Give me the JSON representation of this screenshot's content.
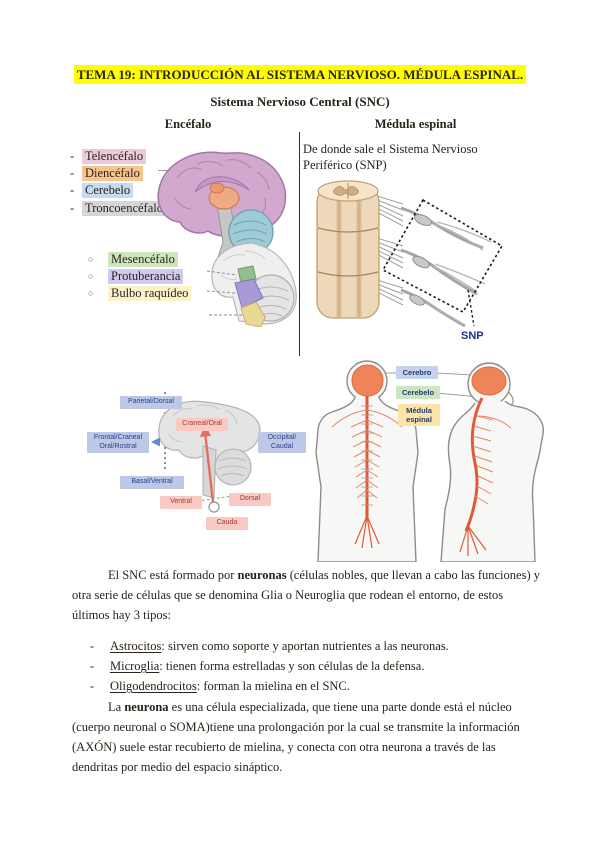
{
  "document": {
    "title": "TEMA 19: INTRODUCCIÓN AL SISTEMA NERVIOSO. MÉDULA ESPINAL.",
    "subtitle": "Sistema Nervioso Central (SNC)",
    "title_highlight": "#ffff00"
  },
  "columns": {
    "left_header": "Encéfalo",
    "right_header": "Médula espinal",
    "right_caption": "De donde sale el Sistema Nervioso Periférico (SNP)",
    "snp_label": "SNP"
  },
  "encefalo_list": {
    "marker": "-",
    "items": [
      {
        "label": "Telencéfalo",
        "color": "#eccad9"
      },
      {
        "label": "Diencéfalo",
        "color": "#f8c48d"
      },
      {
        "label": "Cerebelo",
        "color": "#c6daf2"
      },
      {
        "label": "Troncoencéfalo",
        "color": "#d6d6d6"
      }
    ]
  },
  "tronco_list": {
    "marker": "○",
    "items": [
      {
        "label": "Mesencéfalo",
        "color": "#cde6bf"
      },
      {
        "label": "Protuberancia",
        "color": "#d0caf0"
      },
      {
        "label": "Bulbo raquídeo",
        "color": "#fdf3cb"
      }
    ]
  },
  "direction_labels": {
    "blue_bg": "#bcc8e6",
    "pink_bg": "#f9c9c4",
    "parietal": "Parietal/Dorsal",
    "frontal_1": "Frontal/Craneal",
    "frontal_2": "Oral/Rostral",
    "occipital_1": "Occipital/",
    "occipital_2": "Caudal",
    "basal": "Basal/Ventral",
    "craneal": "Craneal/Oral",
    "ventral": "Ventral",
    "dorsal": "Dorsal",
    "caudal": "Cauda"
  },
  "body_labels": {
    "cerebro": "Cerebro",
    "cerebro_bg": "#c5d3ec",
    "cerebelo": "Cerebelo",
    "cerebelo_bg": "#cfe5bf",
    "medula_1": "Médula",
    "medula_2": "espinal",
    "medula_bg": "#fce3a8"
  },
  "paragraph_snc": {
    "pre": "El SNC está formado por ",
    "bold": "neuronas",
    "post": " (células nobles, que llevan a cabo las funciones) y otra serie de células que se denomina Glia o Neuroglia que rodean el entorno, de estos últimos hay 3 tipos:"
  },
  "glia_list": {
    "marker": "-",
    "items": [
      {
        "term": "Astrocitos",
        "desc": ": sirven como soporte y aportan nutrientes a las neuronas."
      },
      {
        "term": "Microglia",
        "desc": ": tienen forma estrelladas y son células de la defensa."
      },
      {
        "term": "Oligodendrocitos",
        "desc": ": forman la mielina en el SNC."
      }
    ]
  },
  "paragraph_neurona": {
    "pre": "La ",
    "bold": "neurona",
    "post": " es una célula especializada, que tiene una parte donde está el núcleo (cuerpo neuronal o SOMA)tiene una prolongación por la cual se transmite la información (AXÓN) suele estar recubierto de mielina, y conecta con otra neurona a través de las dendritas por medio del espacio sináptico."
  }
}
